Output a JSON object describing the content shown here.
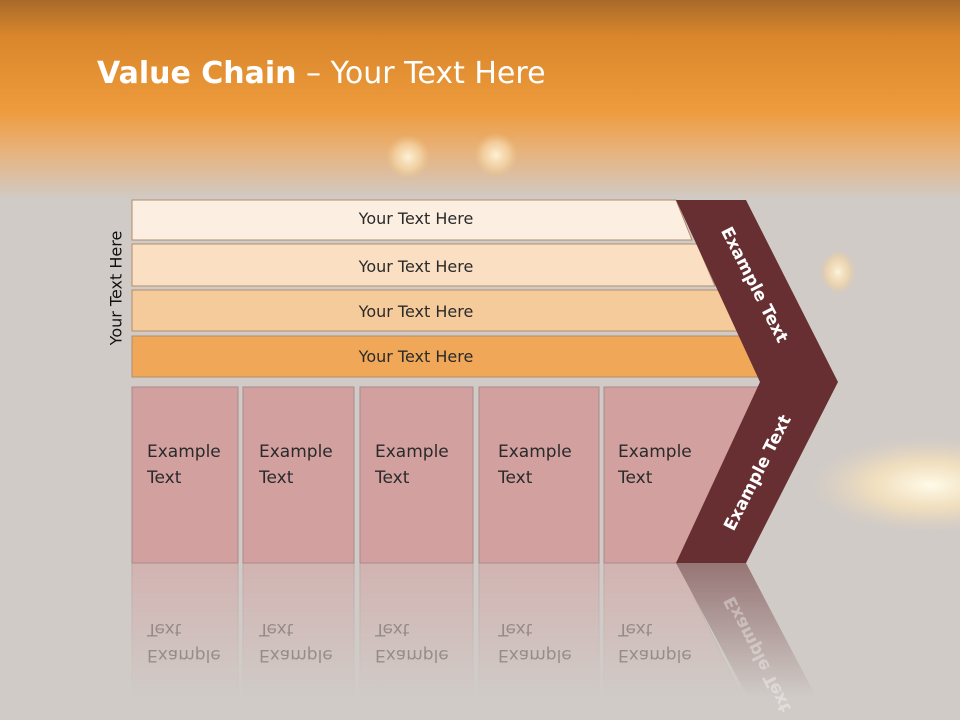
{
  "title": {
    "bold": "Value Chain",
    "rest": " – Your Text Here"
  },
  "side_label": "Your Text Here",
  "stripes": [
    {
      "label": "Your Text Here",
      "color": "#fcefe2"
    },
    {
      "label": "Your Text Here",
      "color": "#fadfc2"
    },
    {
      "label": "Your Text Here",
      "color": "#f6cb9c"
    },
    {
      "label": "Your Text Here",
      "color": "#f0a858"
    }
  ],
  "boxes": [
    {
      "label": "Example\nText"
    },
    {
      "label": "Example\nText"
    },
    {
      "label": "Example\nText"
    },
    {
      "label": "Example\nText"
    },
    {
      "label": "Example\nText"
    }
  ],
  "chevron": {
    "upper_label": "Example Text",
    "lower_label": "Example Text",
    "color": "#672f32"
  },
  "colors": {
    "box_fill": "#d3a0a0",
    "header_orange": "#e9952d",
    "background": "#d0cbc7"
  }
}
